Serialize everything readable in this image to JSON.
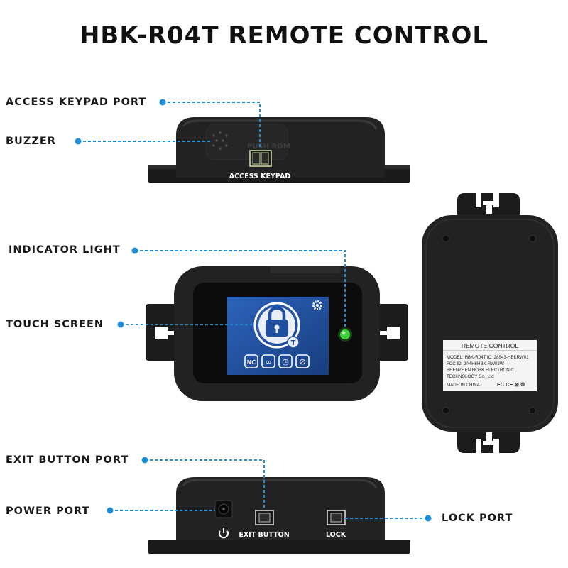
{
  "title": "HBK-R04T REMOTE CONTROL",
  "callouts": {
    "access_keypad_port": "ACCESS KEYPAD PORT",
    "buzzer": "BUZZER",
    "indicator_light": "INDICATOR LIGHT",
    "touch_screen": "TOUCH SCREEN",
    "exit_button_port": "EXIT BUTTON PORT",
    "power_port": "POWER PORT",
    "lock_port": "LOCK PORT"
  },
  "device_top": {
    "port_label": "ACCESS KEYPAD",
    "embossed": "PUSH ROM"
  },
  "device_bottom": {
    "exit_label": "EXIT BUTTON",
    "lock_label": "LOCK"
  },
  "screen": {
    "badge": "T",
    "buttons": [
      "NC",
      "∞",
      "◷",
      "⊘"
    ]
  },
  "back_label": {
    "heading": "REMOTE CONTROL",
    "lines": [
      "MODEL: HBK-R04T  IC: 28943-HBKRW01",
      "FCC ID: 2A4H6HBK-RW02W",
      "SHENZHEN HOBK ELECTRONIC",
      "TECHNOLOGY Co., Ltd",
      "MADE IN CHINA"
    ],
    "marks": "FC CE ⊠ ♲"
  },
  "colors": {
    "leader": "#1f8fd6",
    "device": "#1e1e1e",
    "screen_bg": "#1f4f9e",
    "led": "#3ed13a"
  }
}
